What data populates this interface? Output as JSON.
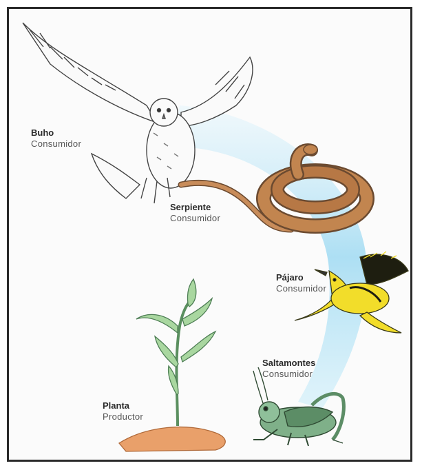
{
  "organisms": [
    {
      "name": "Buho",
      "role": "Consumidor",
      "icon": "owl-icon"
    },
    {
      "name": "Serpiente",
      "role": "Consumidor",
      "icon": "snake-icon"
    },
    {
      "name": "Pájaro",
      "role": "Consumidor",
      "icon": "bird-icon"
    },
    {
      "name": "Saltamontes",
      "role": "Consumidor",
      "icon": "grasshopper-icon"
    },
    {
      "name": "Planta",
      "role": "Productor",
      "icon": "plant-icon"
    }
  ],
  "colors": {
    "energy_arc": "#8fd3ef",
    "frame_border": "#2a2a2a",
    "snake": "#b87a4b",
    "bird": "#f2dd2a",
    "grasshopper": "#7fb089",
    "plant": "#a9d7a0",
    "soil": "#e9a06a"
  }
}
